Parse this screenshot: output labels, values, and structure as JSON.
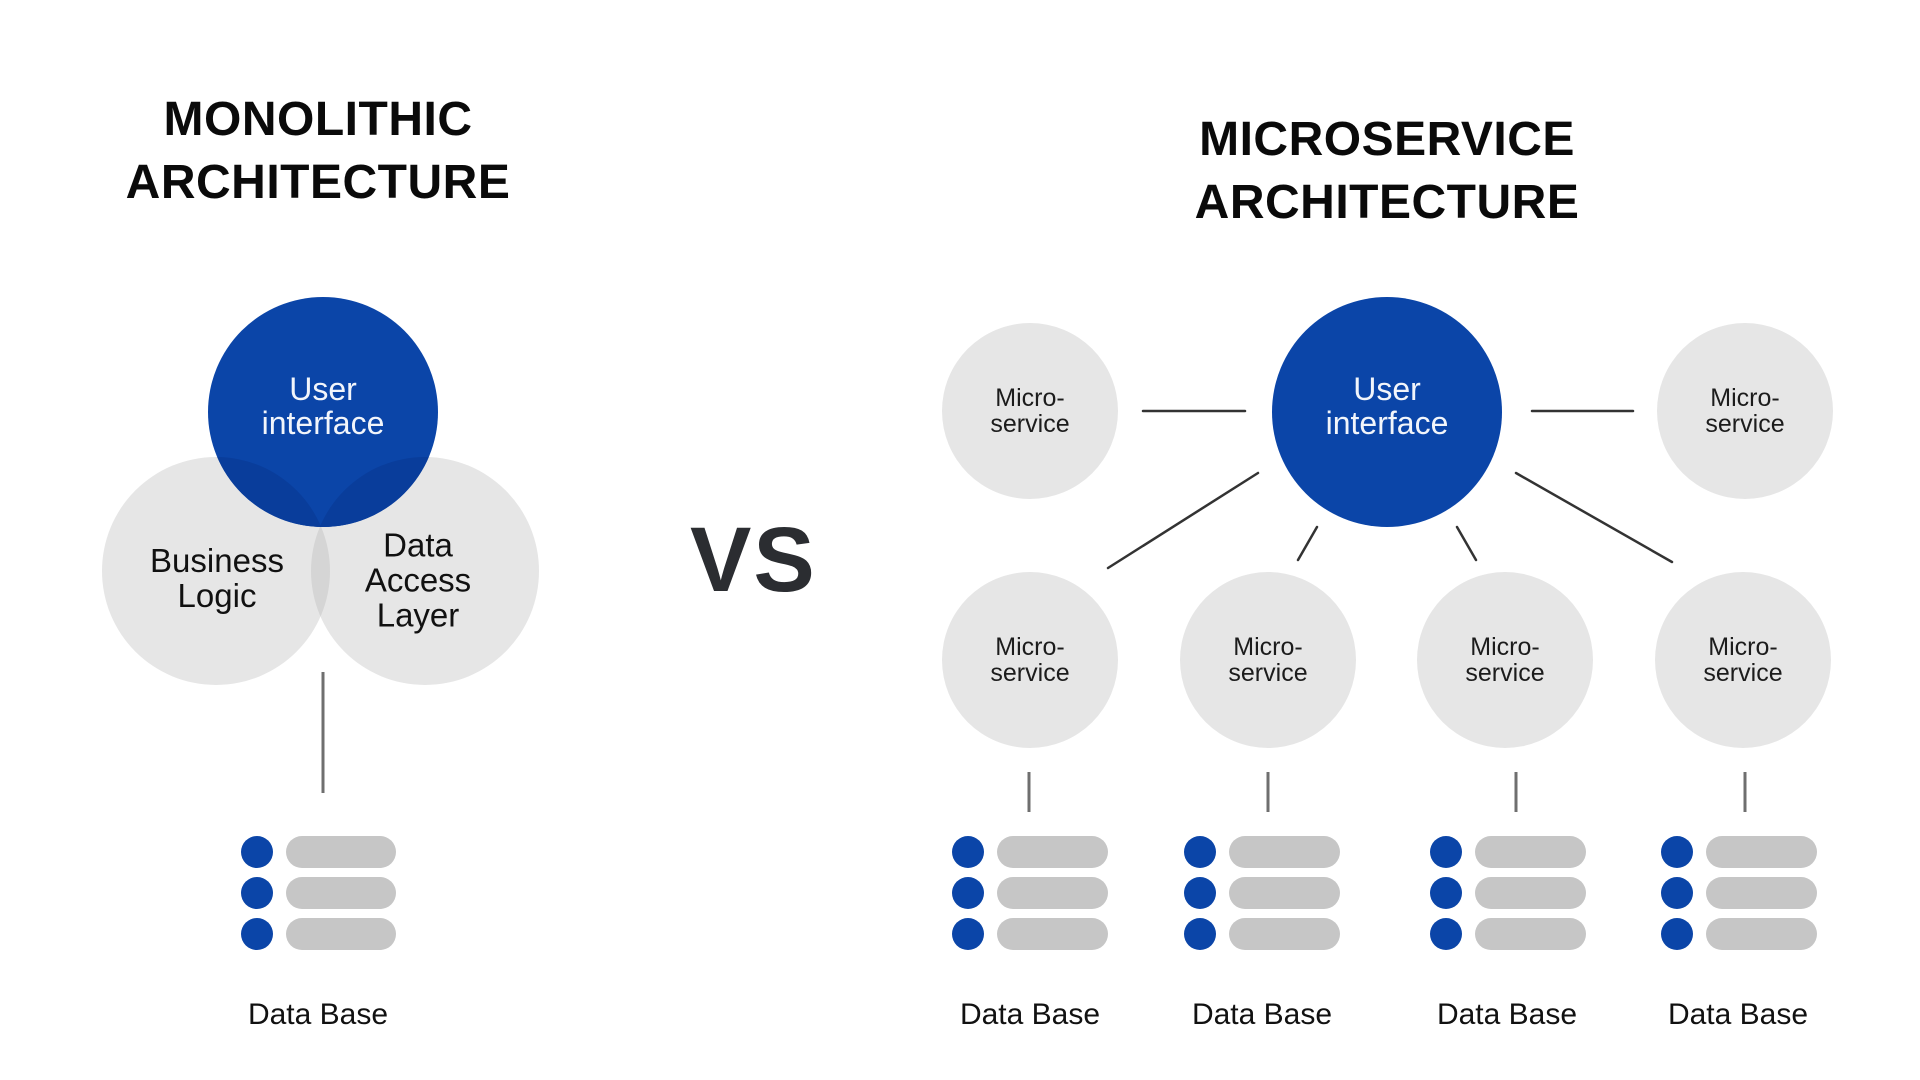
{
  "monolithic": {
    "title_line1": "MONOLITHIC",
    "title_line2": "ARCHITECTURE",
    "user_interface": {
      "line1": "User",
      "line2": "interface"
    },
    "business_logic": {
      "line1": "Business",
      "line2": "Logic"
    },
    "data_access_layer": {
      "line1": "Data",
      "line2": "Access",
      "line3": "Layer"
    },
    "database_label": "Data Base"
  },
  "vs_label": "VS",
  "microservice": {
    "title_line1": "MICROSERVICE",
    "title_line2": "ARCHITECTURE",
    "user_interface": {
      "line1": "User",
      "line2": "interface"
    },
    "services": [
      {
        "line1": "Micro-",
        "line2": "service"
      },
      {
        "line1": "Micro-",
        "line2": "service"
      },
      {
        "line1": "Micro-",
        "line2": "service"
      },
      {
        "line1": "Micro-",
        "line2": "service"
      },
      {
        "line1": "Micro-",
        "line2": "service"
      },
      {
        "line1": "Micro-",
        "line2": "service"
      }
    ],
    "databases": [
      "Data Base",
      "Data Base",
      "Data Base",
      "Data Base"
    ]
  },
  "colors": {
    "primary_blue": "#0b45a8",
    "blue_overlap": "#093d9b",
    "circle_gray": "#e6e6e6",
    "gray_overlap": "#d5d5d5",
    "db_bar_gray": "#c6c6c6",
    "line_dark": "#333333",
    "line_gray": "#6f6f6f"
  }
}
